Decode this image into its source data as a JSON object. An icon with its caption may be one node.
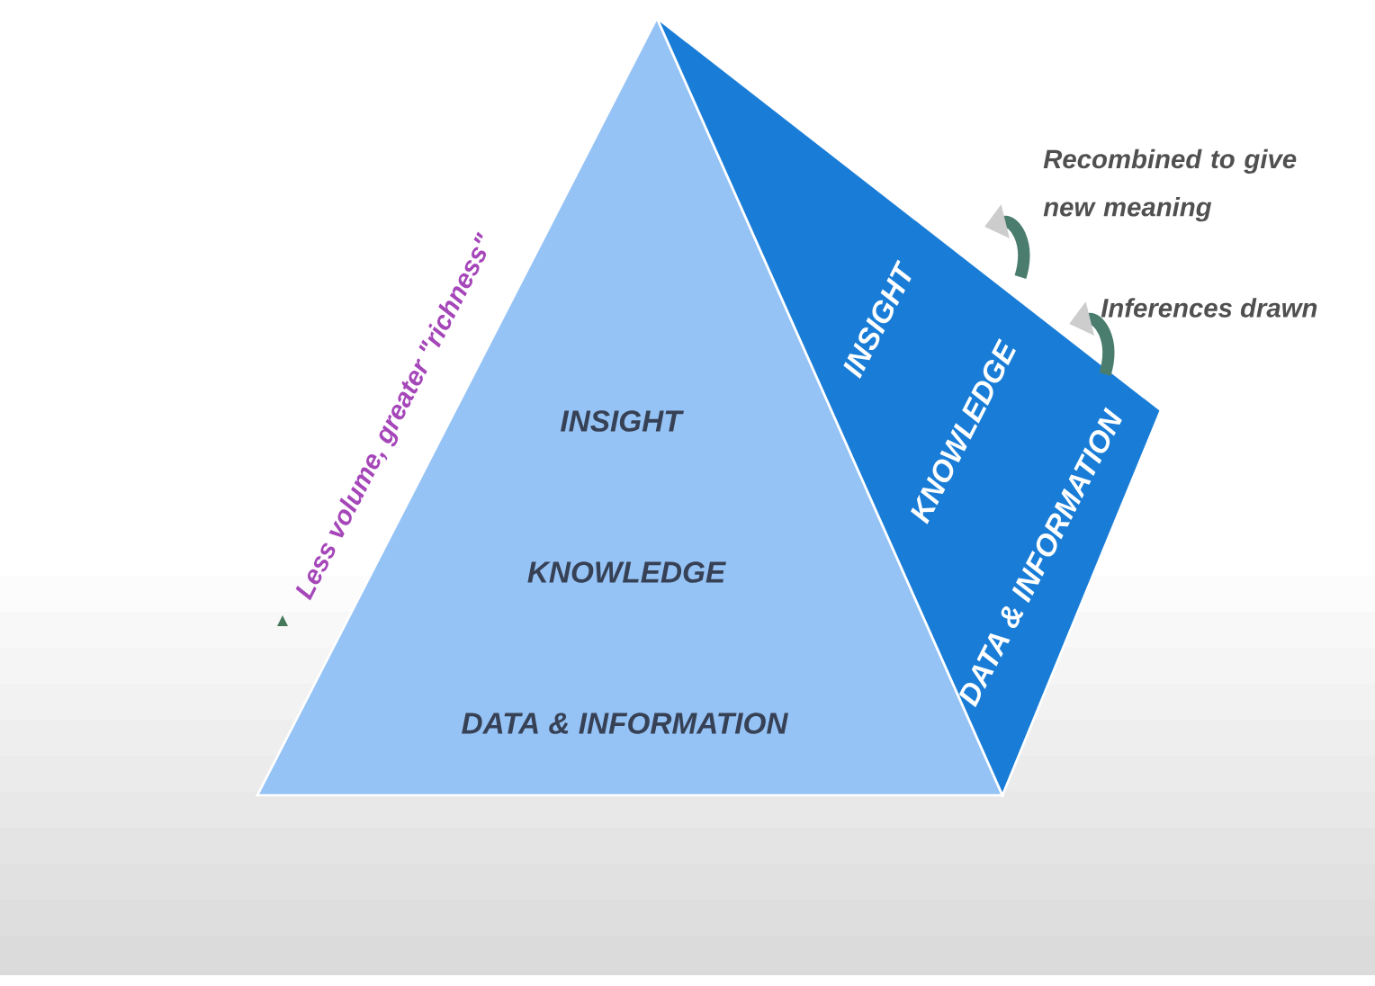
{
  "diagram": {
    "nodes": [
      {
        "text": [
          "INSIGHT",
          "KNOWLEDGE",
          "DATA & INFORMATION"
        ]
      },
      {
        "text": [
          "INSIGHT",
          "KNOWLEDGE",
          "DATA & INFORMATION"
        ]
      }
    ],
    "labels": [
      "Less volume, greater \"richness\"",
      "Recombined to give new meaning",
      "Inferences drawn"
    ]
  }
}
